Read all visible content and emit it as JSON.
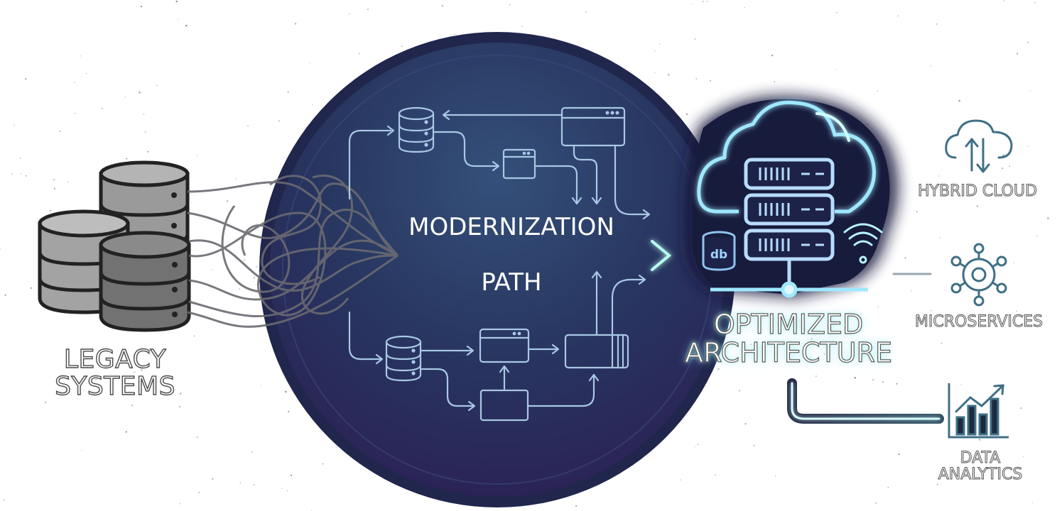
{
  "legacy": {
    "line1": "LEGACY",
    "line2": "SYSTEMS"
  },
  "path": {
    "line1": "MODERNIZATION",
    "line2": "PATH"
  },
  "optimized": {
    "line1": "OPTIMIZED",
    "line2": "ARCHITECTURE"
  },
  "features": {
    "hybrid_cloud": "HYBRID CLOUD",
    "microservices": "MICROSERVICES",
    "analytics_line1": "DATA",
    "analytics_line2": "ANALYTICS"
  },
  "db_badge": "db",
  "colors": {
    "circle_dark": "#1f2450",
    "circle_mid": "#2e3e63",
    "accent_cyan": "#9ff0ff",
    "accent_mint": "#b9ffe6",
    "accent_purple": "#8a6ad8",
    "legacy_gray": "#9a9a9a",
    "icon_steel": "#3f6f86"
  }
}
